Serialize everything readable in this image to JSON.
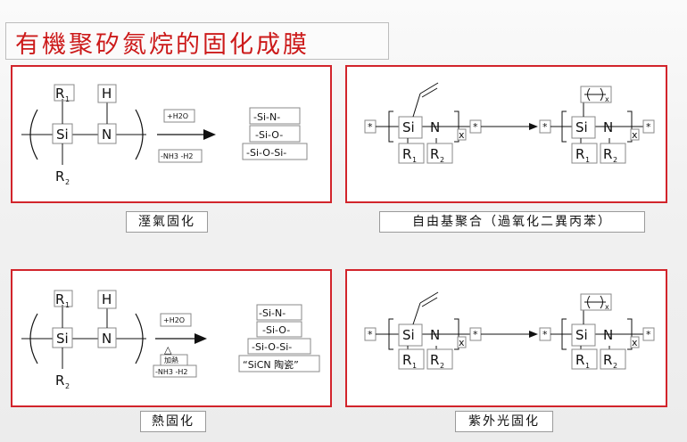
{
  "title": "有機聚矽氮烷的固化成膜",
  "captions": {
    "moisture": "溼氣固化",
    "radical": "自由基聚合（過氧化二異丙苯）",
    "thermal": "熱固化",
    "uv": "紫外光固化"
  },
  "moisture": {
    "r1": "R",
    "r1_sub": "1",
    "r2": "R",
    "r2_sub": "2",
    "si": "Si",
    "n": "N",
    "h": "H",
    "reagent_top": "+H2O",
    "reagent_bottom": "-NH3 -H2",
    "product_1": "-Si-N-",
    "product_2": "-Si-O-",
    "product_3": "-Si-O-Si-"
  },
  "radical": {
    "star": "*",
    "si": "Si",
    "n": "N",
    "r1": "R",
    "r1_sub": "1",
    "r2": "R",
    "r2_sub": "2",
    "x": "x",
    "bracket_sub": "x"
  },
  "thermal": {
    "r1": "R",
    "r1_sub": "1",
    "r2": "R",
    "r2_sub": "2",
    "si": "Si",
    "n": "N",
    "h": "H",
    "reagent_top": "+H2O",
    "heat_symbol": "△",
    "heat_label": "加熱",
    "reagent_bottom": "-NH3 -H2",
    "product_1": "-Si-N-",
    "product_2": "-Si-O-",
    "product_3": "-Si-O-Si-",
    "product_4": "“SiCN 陶瓷”"
  },
  "uv": {
    "star": "*",
    "si": "Si",
    "n": "N",
    "r1": "R",
    "r1_sub": "1",
    "r2": "R",
    "r2_sub": "2",
    "x": "x",
    "bracket_sub": "x"
  }
}
